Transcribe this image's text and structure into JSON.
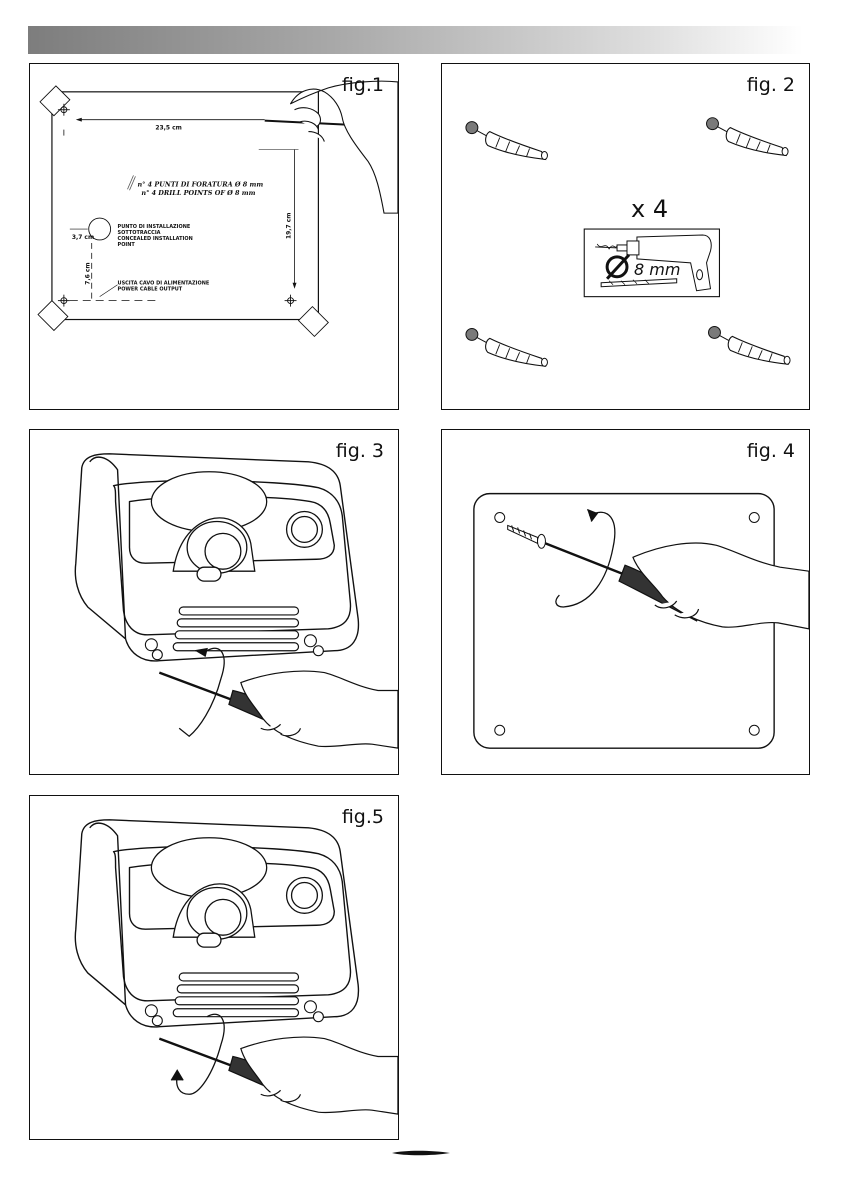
{
  "figures": {
    "fig1": {
      "label": "fig.1",
      "width_dim": "23,5 cm",
      "height_dim": "19,7 cm",
      "offset_dim_x": "3,7 cm",
      "offset_dim_y": "7,6 cm",
      "drill_note_it": "n° 4 PUNTI DI FORATURA Ø 8 mm",
      "drill_note_en": "n° 4 DRILL POINTS OF Ø 8 mm",
      "install_point": [
        "PUNTO DI INSTALLAZIONE",
        "SOTTOTRACCIA",
        "CONCEALED INSTALLATION",
        "POINT"
      ],
      "cable_output": [
        "USCITA CAVO DI ALIMENTAZIONE",
        "POWER CABLE OUTPUT"
      ]
    },
    "fig2": {
      "label": "fig. 2",
      "multiplier": "x 4",
      "drill_diameter": "8 mm"
    },
    "fig3": {
      "label": "fig. 3"
    },
    "fig4": {
      "label": "fig. 4"
    },
    "fig5": {
      "label": "fig.5"
    }
  }
}
